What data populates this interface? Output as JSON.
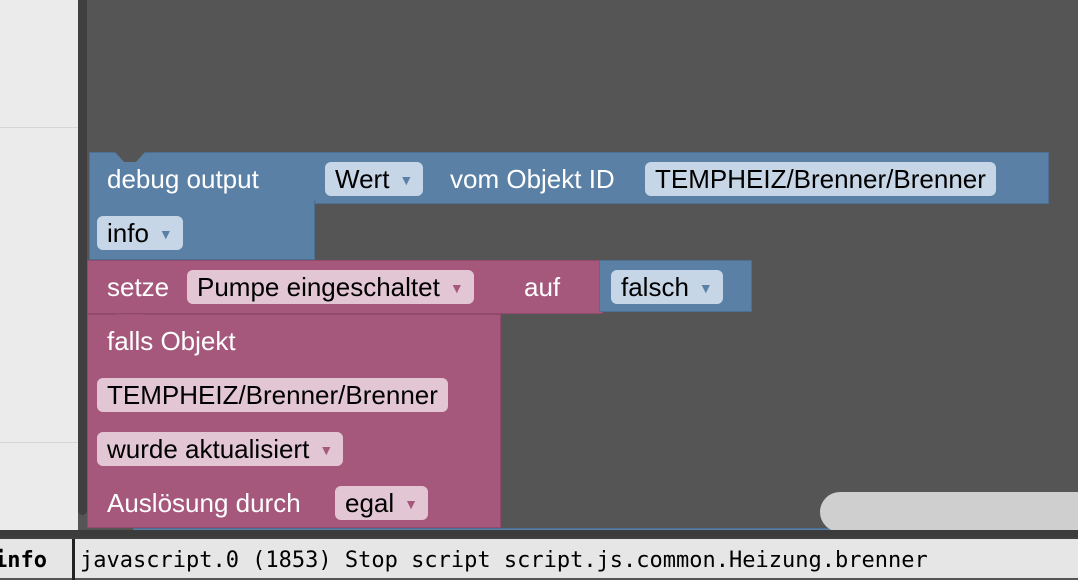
{
  "debug_block": {
    "label": "debug output",
    "value_dropdown": "Wert",
    "object_id_label": "vom Objekt ID",
    "object_id": "TEMPHEIZ/Brenner/Brenner",
    "level_dropdown": "info"
  },
  "set_block": {
    "label": "setze",
    "variable_dropdown": "Pumpe eingeschaltet",
    "to_label": "auf",
    "value_dropdown": "falsch"
  },
  "trigger_block": {
    "label": "falls Objekt",
    "object_id": "TEMPHEIZ/Brenner/Brenner",
    "condition_dropdown": "wurde aktualisiert",
    "trigger_label": "Auslösung durch",
    "trigger_dropdown": "egal"
  },
  "log": {
    "level": "info",
    "message": "javascript.0 (1853) Stop script script.js.common.Heizung.brenner"
  },
  "colors": {
    "workspace_bg": "#555555",
    "block_blue": "#5b80a5",
    "block_pink": "#a5587c"
  }
}
